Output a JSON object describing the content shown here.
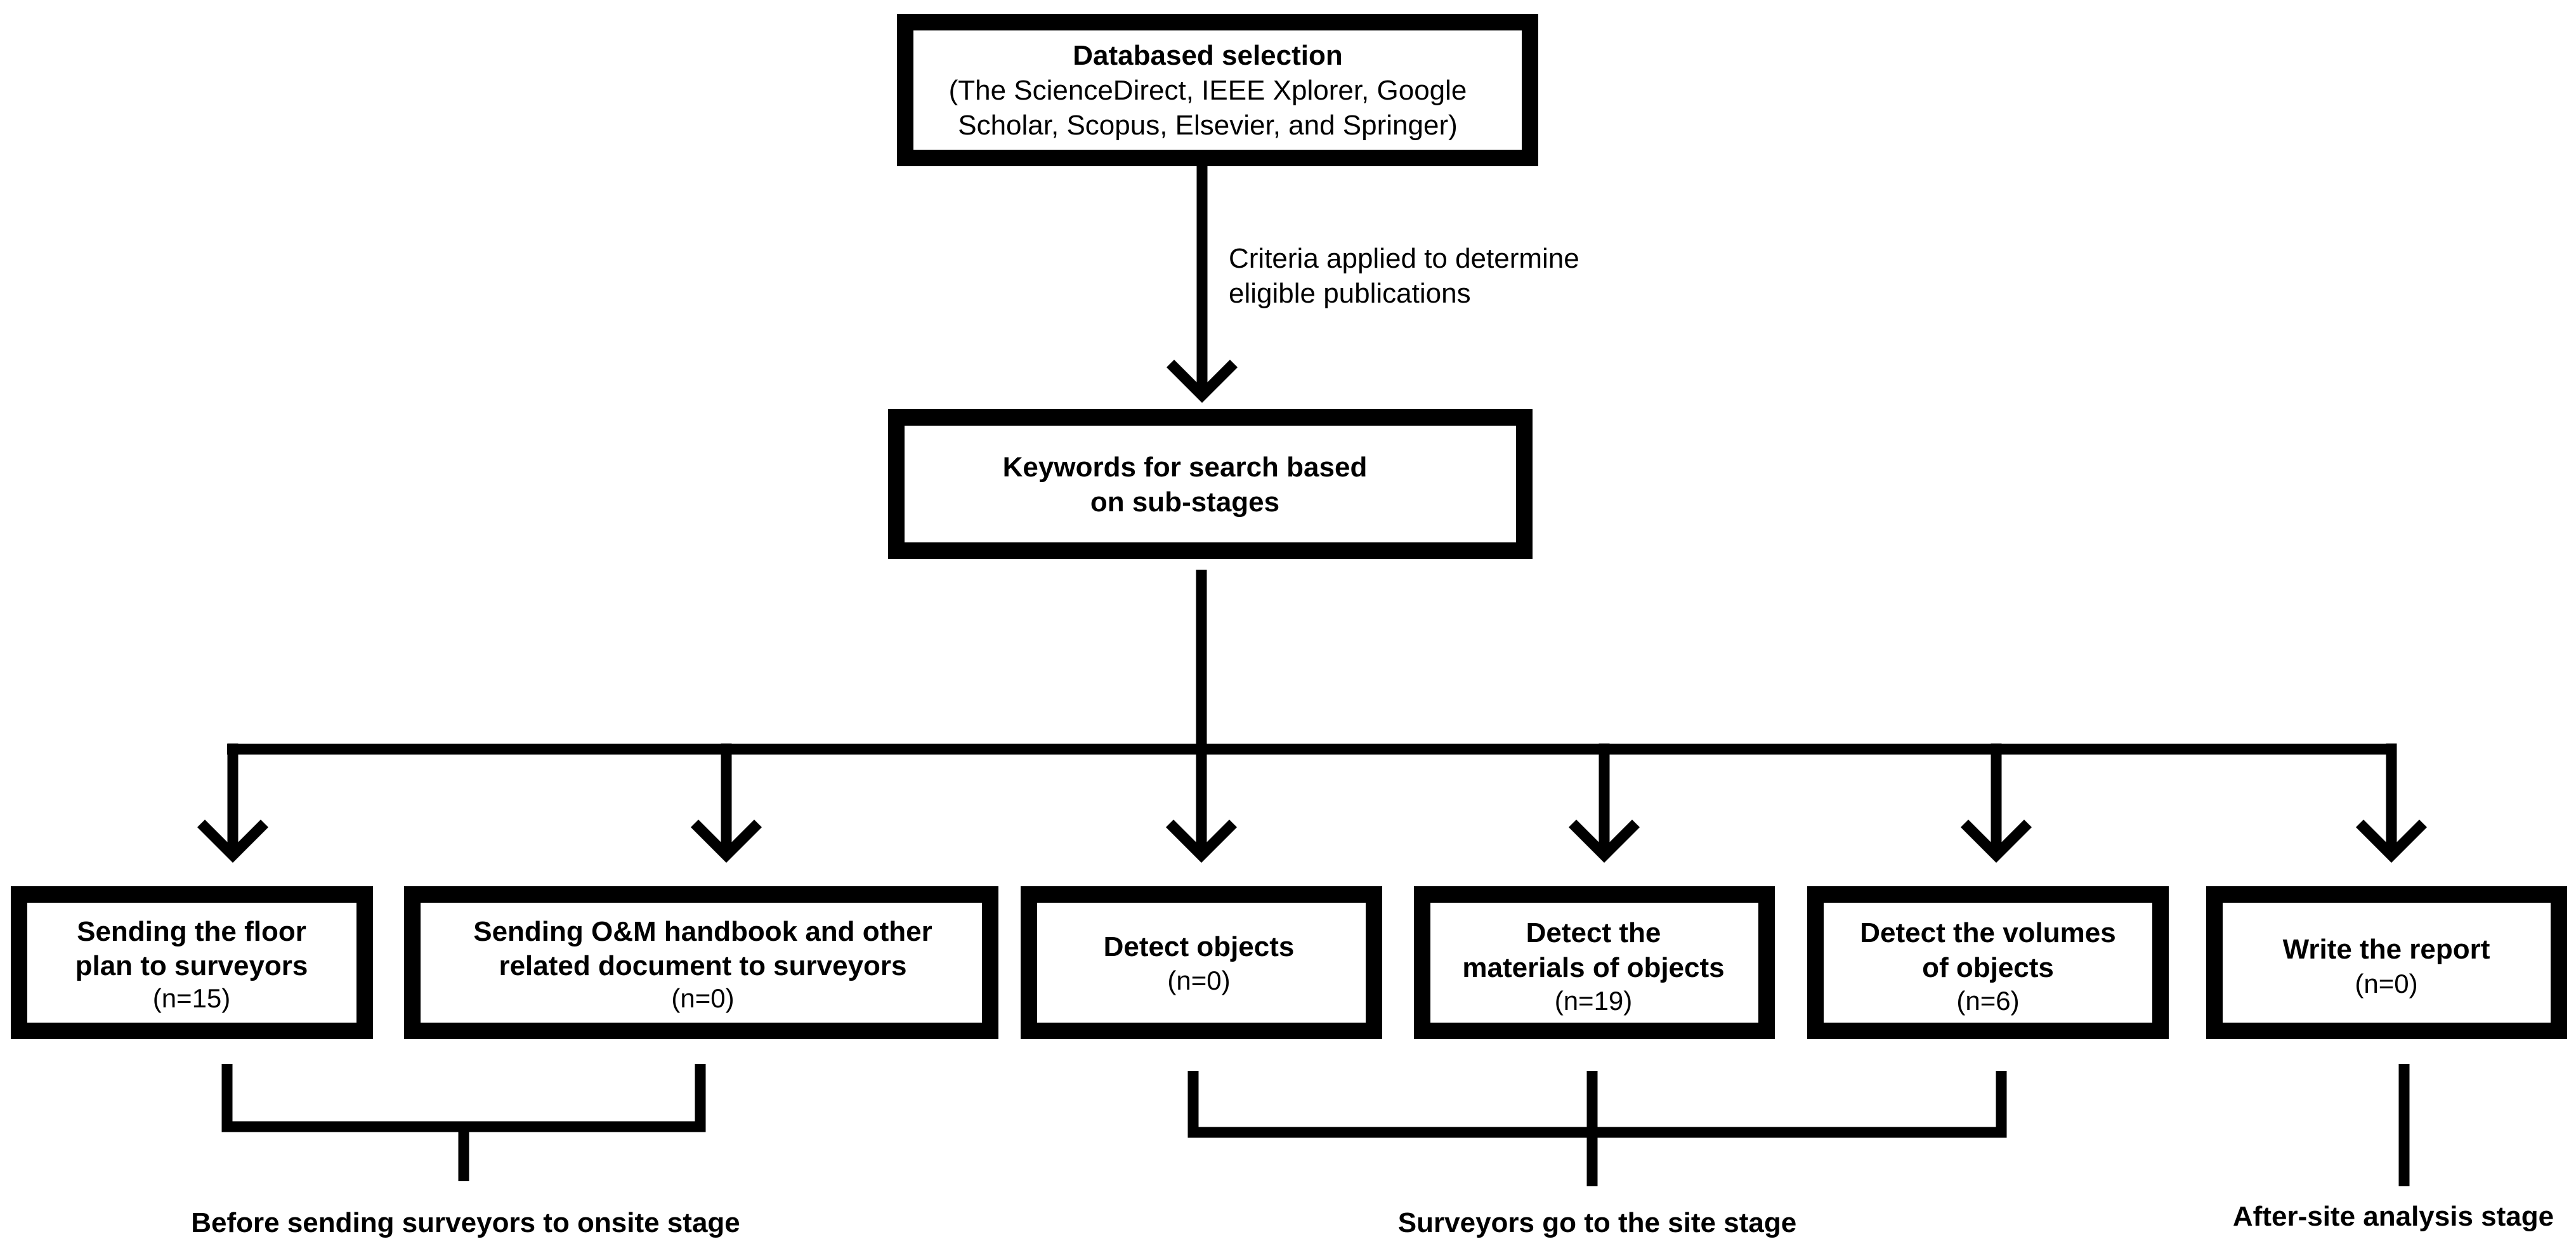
{
  "top_box": {
    "title": "Databased selection",
    "body_line1": "(The ScienceDirect, IEEE Xplorer, Google",
    "body_line2": "Scholar, Scopus, Elsevier, and Springer)"
  },
  "criteria_note": {
    "line1": "Criteria applied to determine",
    "line2": "eligible publications"
  },
  "keywords_box": {
    "line1": "Keywords for search based",
    "line2": "on sub-stages"
  },
  "sub_stages": [
    {
      "line1": "Sending the floor",
      "line2": "plan to surveyors",
      "count": "(n=15)"
    },
    {
      "line1": "Sending O&M handbook and other",
      "line2": "related document to surveyors",
      "count": "(n=0)"
    },
    {
      "line1": "Detect objects",
      "line2": "",
      "count": "(n=0)"
    },
    {
      "line1": "Detect the",
      "line2": "materials of objects",
      "count": "(n=19)"
    },
    {
      "line1": "Detect the volumes",
      "line2": "of objects",
      "count": "(n=6)"
    },
    {
      "line1": "Write the report",
      "line2": "",
      "count": "(n=0)"
    }
  ],
  "stages": {
    "before": "Before sending surveyors to onsite stage",
    "site": "Surveyors go to the site stage",
    "after": "After-site analysis stage"
  },
  "colors": {
    "stroke": "#000000",
    "background": "#ffffff"
  }
}
